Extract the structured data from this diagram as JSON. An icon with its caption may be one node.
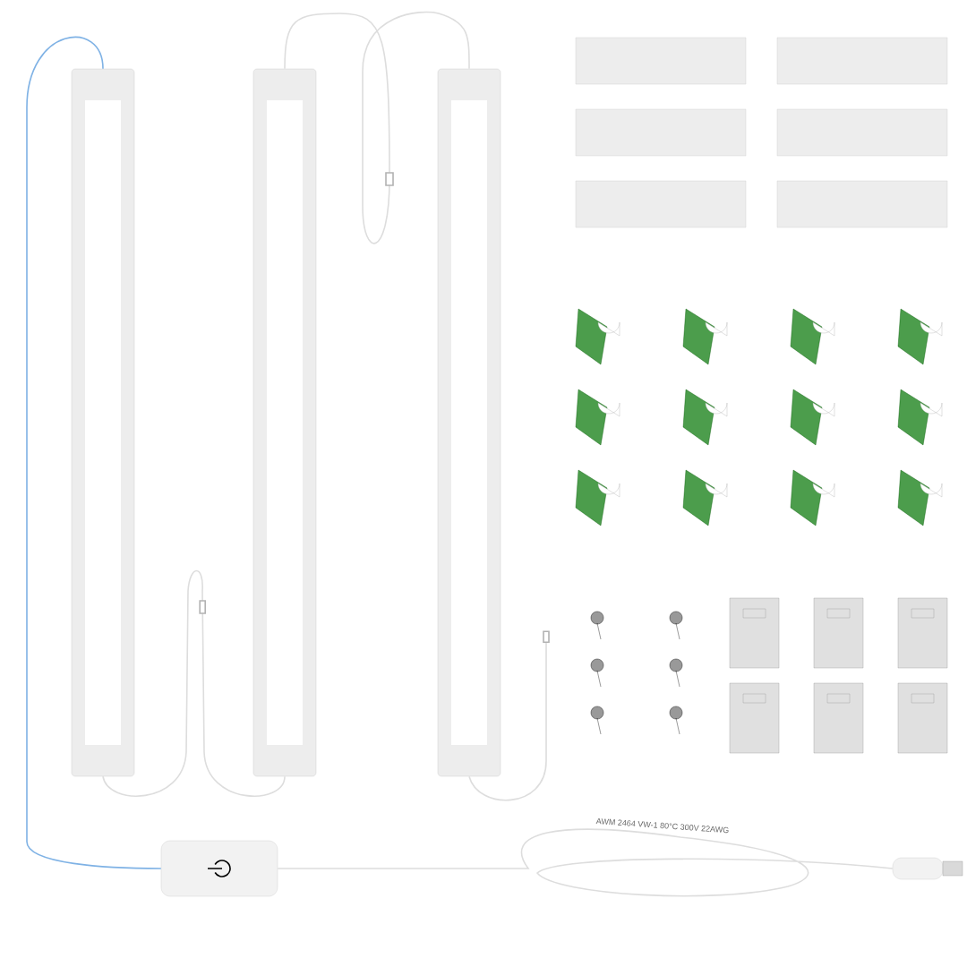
{
  "diagram": {
    "nodes": [
      {
        "text": [],
        "shape": "bar"
      },
      {
        "text": [],
        "shape": "bar"
      },
      {
        "text": [],
        "shape": "bar"
      },
      {
        "text": [],
        "shape": "box"
      },
      {
        "text": [],
        "shape": "box"
      }
    ],
    "edges": [
      {
        "from": 0,
        "to": 3,
        "arrow": "none",
        "color": "#7fb2e5"
      },
      {
        "from": 0,
        "to": 1,
        "arrow": "none"
      },
      {
        "from": 1,
        "to": 2,
        "arrow": "none"
      },
      {
        "from": 2,
        "to": null,
        "arrow": "other"
      },
      {
        "from": 3,
        "to": 4,
        "arrow": "none"
      }
    ],
    "labels": [
      "AWM 2464 VW-1 80°C 300V 22AWG"
    ]
  }
}
